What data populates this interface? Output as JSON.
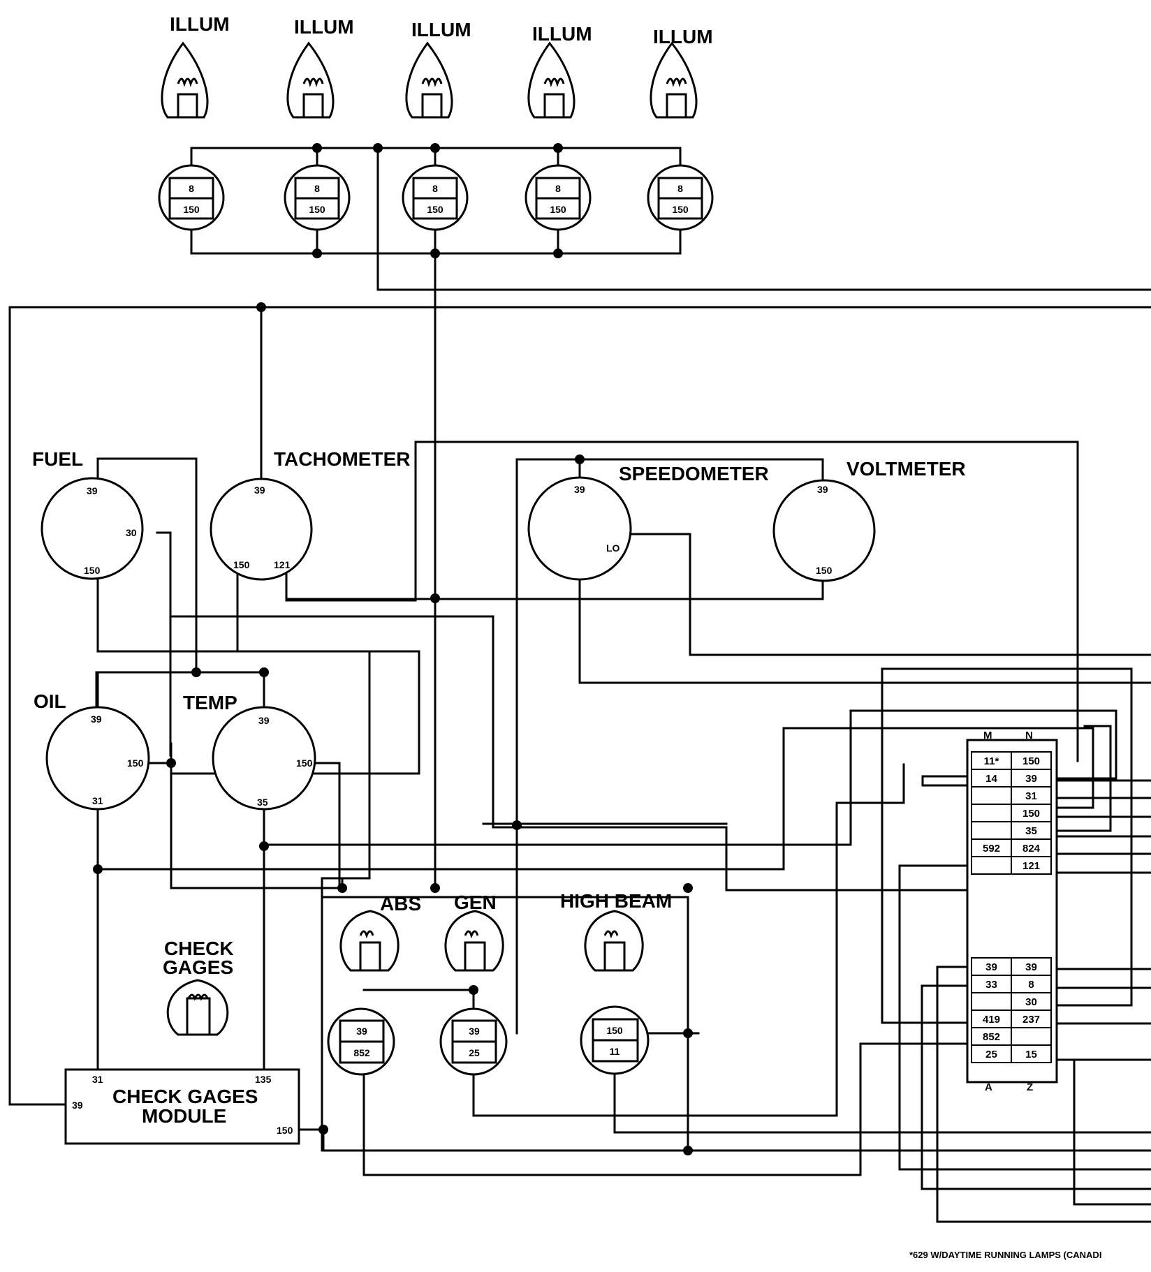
{
  "illum_lamps": [
    {
      "label": "ILLUM",
      "top": "8",
      "bottom": "150"
    },
    {
      "label": "ILLUM",
      "top": "8",
      "bottom": "150"
    },
    {
      "label": "ILLUM",
      "top": "8",
      "bottom": "150"
    },
    {
      "label": "ILLUM",
      "top": "8",
      "bottom": "150"
    },
    {
      "label": "ILLUM",
      "top": "8",
      "bottom": "150"
    }
  ],
  "gauges": {
    "fuel": {
      "label": "FUEL",
      "pins": [
        "39",
        "30",
        "150"
      ]
    },
    "tachometer": {
      "label": "TACHOMETER",
      "pins": [
        "39",
        "150",
        "121"
      ]
    },
    "speedometer": {
      "label": "SPEEDOMETER",
      "pins": [
        "39",
        "LO"
      ]
    },
    "voltmeter": {
      "label": "VOLTMETER",
      "pins": [
        "39",
        "150"
      ]
    },
    "oil": {
      "label": "OIL",
      "pins": [
        "39",
        "150",
        "31"
      ]
    },
    "temp": {
      "label": "TEMP",
      "pins": [
        "39",
        "150",
        "35"
      ]
    }
  },
  "indicators": {
    "abs": {
      "label": "ABS",
      "top": "39",
      "bottom": "852"
    },
    "gen": {
      "label": "GEN",
      "top": "39",
      "bottom": "25"
    },
    "high_beam": {
      "label": "HIGH BEAM",
      "top": "150",
      "bottom": "11"
    },
    "check_gages": {
      "line1": "CHECK",
      "line2": "GAGES"
    }
  },
  "module": {
    "line1": "CHECK GAGES",
    "line2": "MODULE",
    "pins": [
      "31",
      "135",
      "39",
      "150"
    ]
  },
  "connector": {
    "col_left": "M",
    "col_right": "N",
    "foot_left": "A",
    "foot_right": "Z",
    "rows_top": [
      [
        "11*",
        "150"
      ],
      [
        "14",
        "39"
      ],
      [
        "",
        "31"
      ],
      [
        "",
        "150"
      ],
      [
        "",
        "35"
      ],
      [
        "592",
        "824"
      ],
      [
        "",
        "121"
      ]
    ],
    "rows_bottom": [
      [
        "39",
        "39"
      ],
      [
        "33",
        "8"
      ],
      [
        "",
        "30"
      ],
      [
        "419",
        "237"
      ],
      [
        "852",
        ""
      ],
      [
        "25",
        "15"
      ]
    ]
  },
  "footnote": "*629 W/DAYTIME RUNNING LAMPS (CANADI"
}
